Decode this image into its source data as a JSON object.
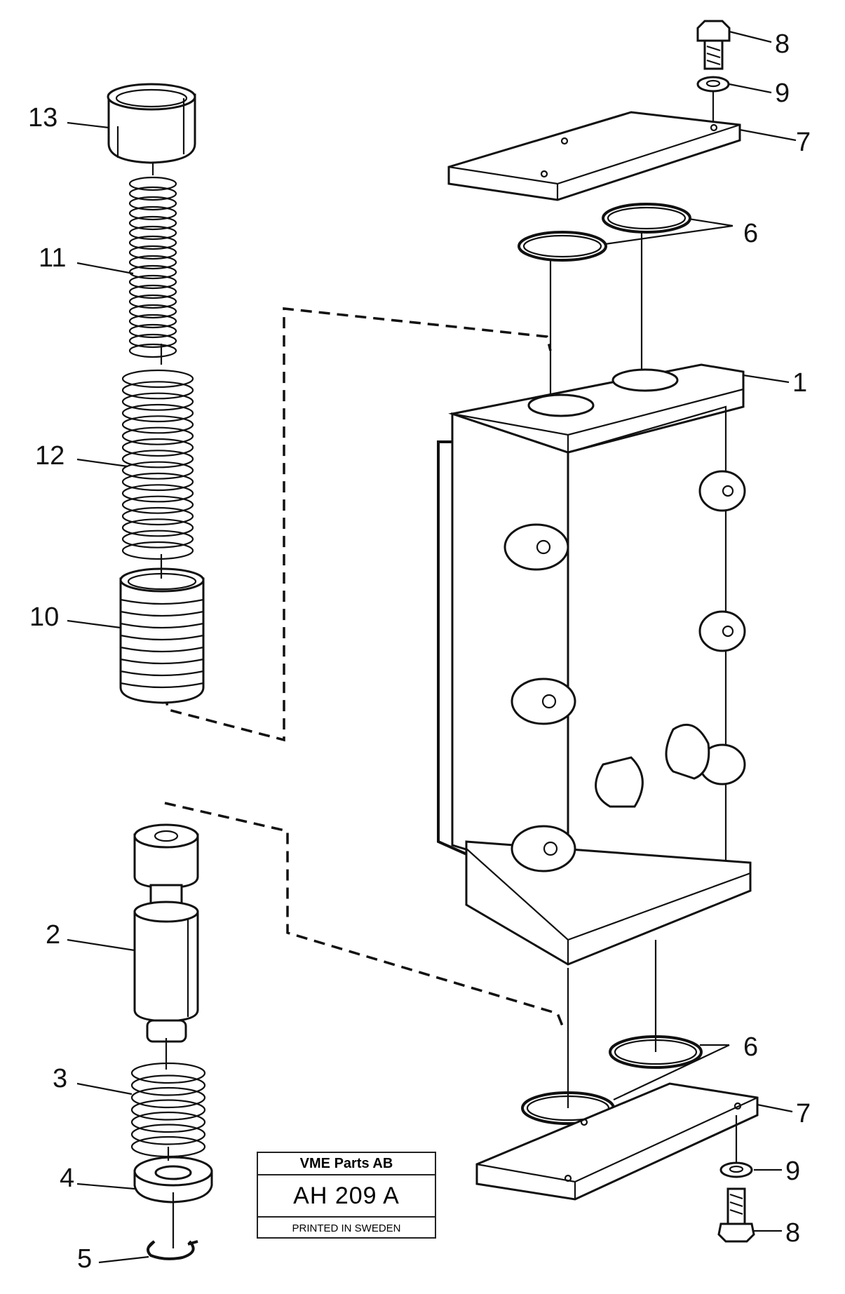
{
  "labels": {
    "p1": "1",
    "p2": "2",
    "p3": "3",
    "p4": "4",
    "p5": "5",
    "p6_top": "6",
    "p6_bottom": "6",
    "p7_top": "7",
    "p7_bottom": "7",
    "p8_top": "8",
    "p8_bottom": "8",
    "p9_top": "9",
    "p9_bottom": "9",
    "p10": "10",
    "p11": "11",
    "p12": "12",
    "p13": "13"
  },
  "titleblock": {
    "company": "VME Parts AB",
    "code": "AH 209  A",
    "printed": "PRINTED IN SWEDEN"
  }
}
